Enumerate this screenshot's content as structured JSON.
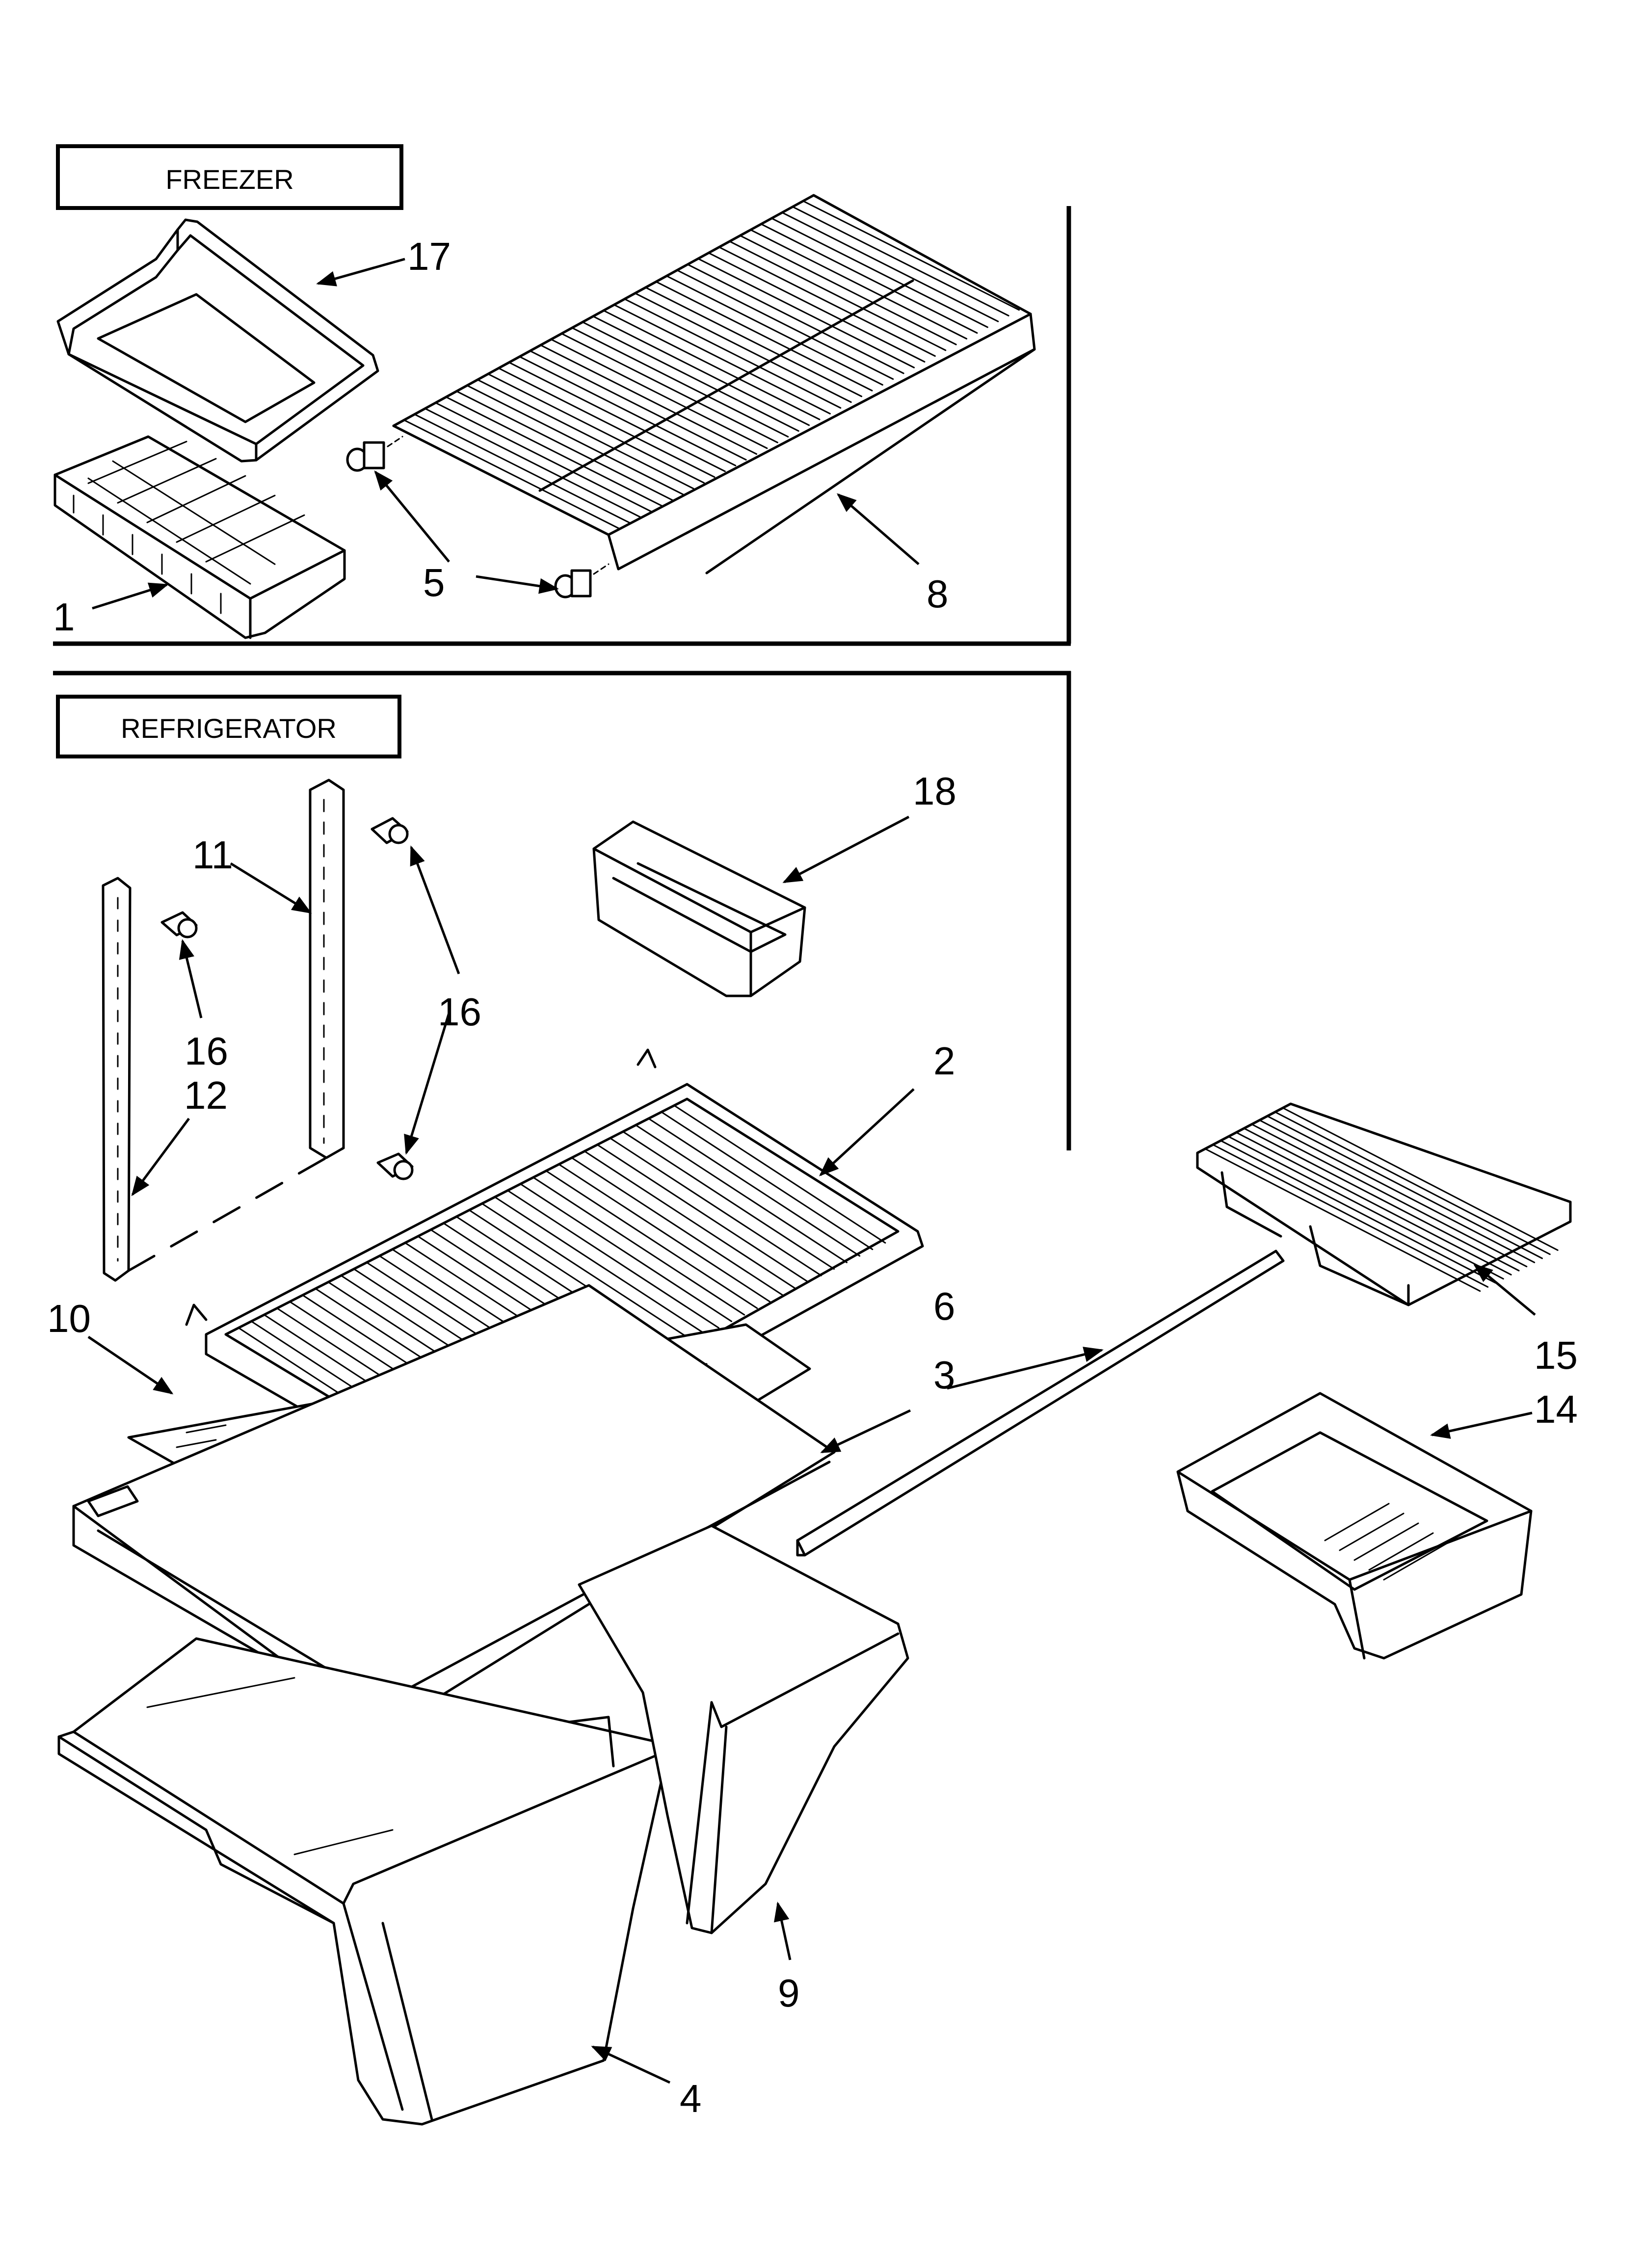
{
  "sections": {
    "freezer": "FREEZER",
    "refrigerator": "REFRIGERATOR"
  },
  "callouts": {
    "c1": "1",
    "c2": "2",
    "c3": "3",
    "c4": "4",
    "c5": "5",
    "c6": "6",
    "c8": "8",
    "c9": "9",
    "c10": "10",
    "c11": "11",
    "c12": "12",
    "c14": "14",
    "c15": "15",
    "c16a": "16",
    "c16b": "16",
    "c17": "17",
    "c18": "18"
  }
}
